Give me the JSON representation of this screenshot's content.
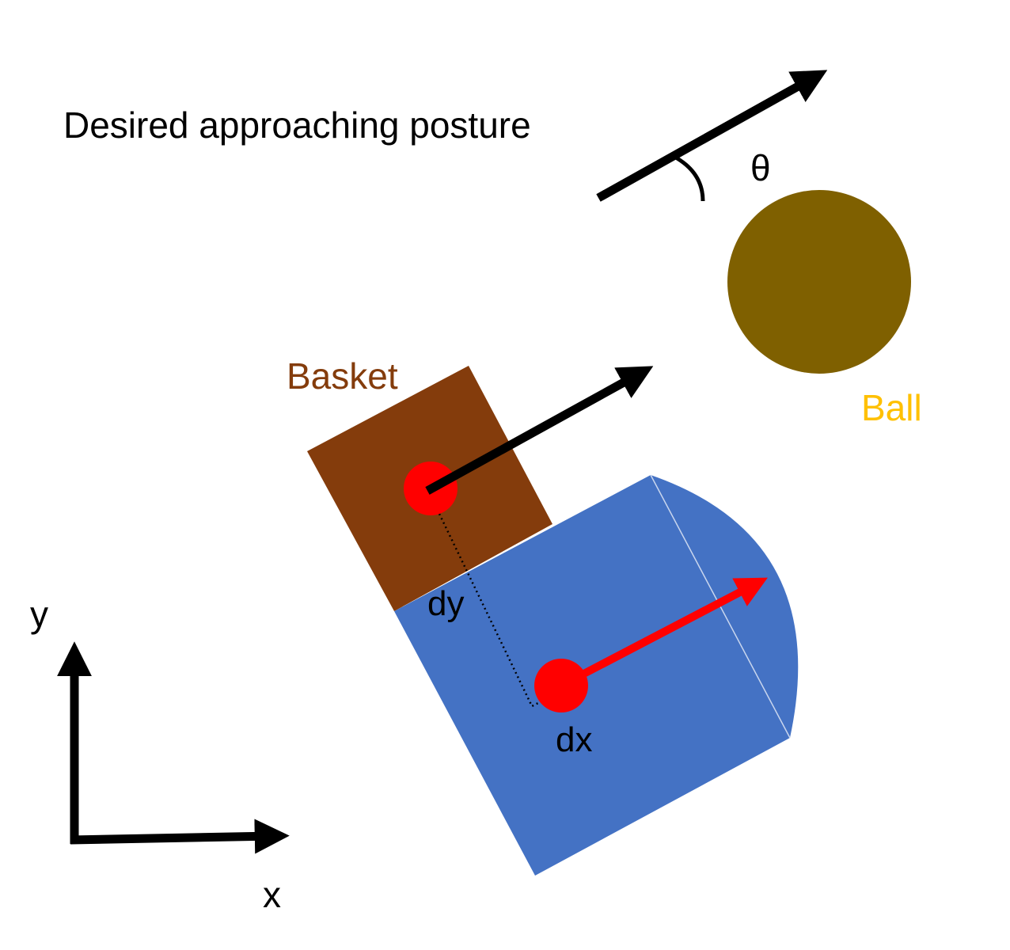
{
  "labels": {
    "title": "Desired approaching posture",
    "theta": "θ",
    "ball": "Ball",
    "basket": "Basket",
    "dy": "dy",
    "dx": "dx",
    "axis_x": "x",
    "axis_y": "y"
  },
  "colors": {
    "robot_body": "#4472c4",
    "basket": "#843c0c",
    "ball": "#7f6000",
    "ball_label": "#ffc000",
    "basket_label": "#843c0c",
    "marker": "#ff0000",
    "text": "#000000"
  }
}
